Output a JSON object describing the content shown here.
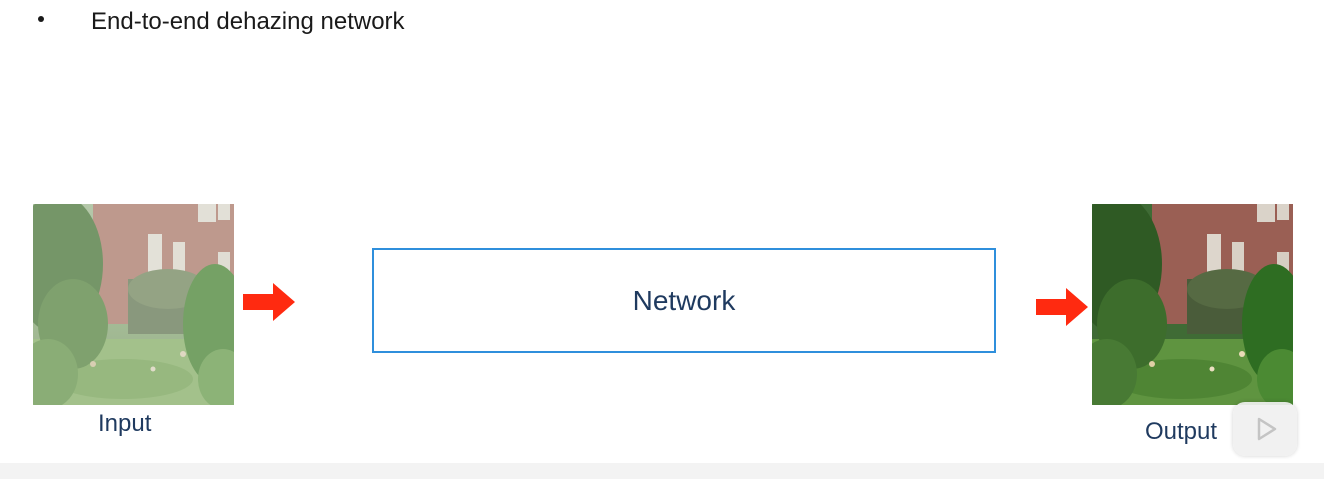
{
  "slide": {
    "bullet_text": "End-to-end dehazing network",
    "network_label": "Network",
    "input_caption": "Input",
    "output_caption": "Output"
  },
  "icons": {
    "arrow": "right-arrow-icon",
    "play": "play-icon"
  },
  "colors": {
    "arrow": "#ff2a10",
    "box_border": "#2f8fdc",
    "caption_text": "#1f3a5f"
  }
}
